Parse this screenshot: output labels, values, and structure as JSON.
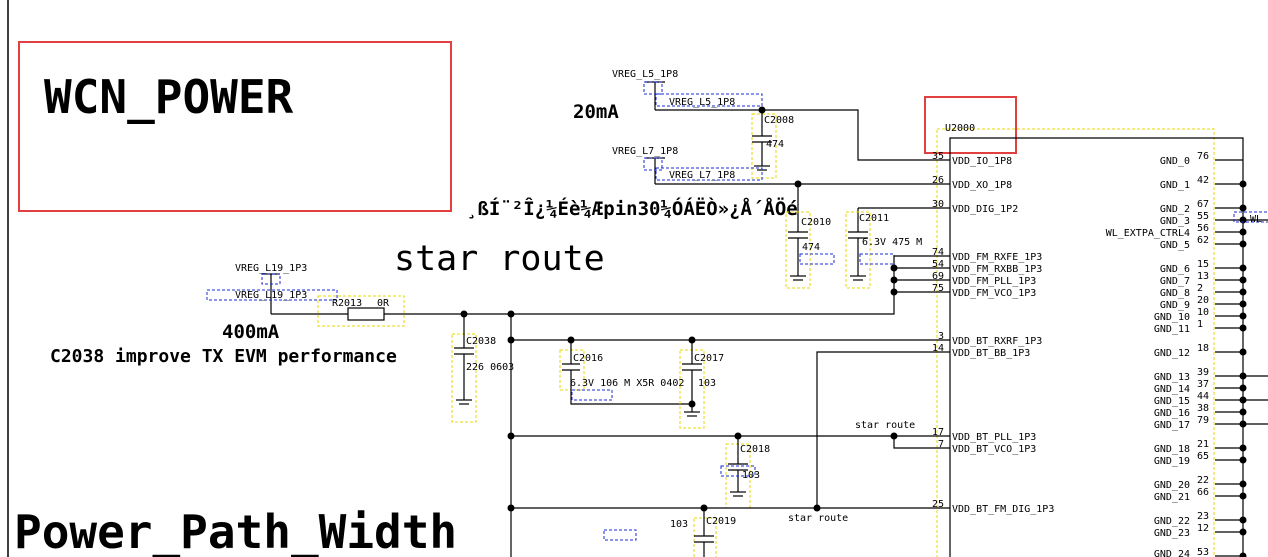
{
  "annotations": {
    "title": "WCN_POWER",
    "current_20ma": "20mA",
    "current_400ma": "400mA",
    "garbled_note": "¸ßÍ¨²Î¿¼Éè¼Æpin30¼ÓÁËÒ»¿Å´ÅÖé",
    "star_route_big": "star route",
    "c2038_note": "C2038 improve TX EVM performance",
    "footer": "Power_Path_Width",
    "star_route_small_1": "star route",
    "star_route_small_2": "star route"
  },
  "chip": {
    "refdes": "U2000",
    "left_pins": [
      {
        "num": "35",
        "name": "VDD_IO_1P8"
      },
      {
        "num": "26",
        "name": "VDD_XO_1P8"
      },
      {
        "num": "30",
        "name": "VDD_DIG_1P2"
      },
      {
        "num": "74",
        "name": "VDD_FM_RXFE_1P3"
      },
      {
        "num": "54",
        "name": "VDD_FM_RXBB_1P3"
      },
      {
        "num": "69",
        "name": "VDD_FM_PLL_1P3"
      },
      {
        "num": "75",
        "name": "VDD_FM_VCO_1P3"
      },
      {
        "num": "3",
        "name": "VDD_BT_RXRF_1P3"
      },
      {
        "num": "14",
        "name": "VDD_BT_BB_1P3"
      },
      {
        "num": "17",
        "name": "VDD_BT_PLL_1P3"
      },
      {
        "num": "7",
        "name": "VDD_BT_VCO_1P3"
      },
      {
        "num": "25",
        "name": "VDD_BT_FM_DIG_1P3"
      }
    ],
    "right_pins": [
      {
        "num": "76",
        "name": "GND_0"
      },
      {
        "num": "42",
        "name": "GND_1"
      },
      {
        "num": "67",
        "name": "GND_2"
      },
      {
        "num": "55",
        "name": "GND_3"
      },
      {
        "num": "56",
        "name": "WL_EXTPA_CTRL4"
      },
      {
        "num": "62",
        "name": "GND_5"
      },
      {
        "num": "15",
        "name": "GND_6"
      },
      {
        "num": "13",
        "name": "GND_7"
      },
      {
        "num": "2",
        "name": "GND_8"
      },
      {
        "num": "20",
        "name": "GND_9"
      },
      {
        "num": "10",
        "name": "GND_10"
      },
      {
        "num": "1",
        "name": "GND_11"
      },
      {
        "num": "18",
        "name": "GND_12"
      },
      {
        "num": "39",
        "name": "GND_13"
      },
      {
        "num": "37",
        "name": "GND_14"
      },
      {
        "num": "44",
        "name": "GND_15"
      },
      {
        "num": "38",
        "name": "GND_16"
      },
      {
        "num": "79",
        "name": "GND_17"
      },
      {
        "num": "21",
        "name": "GND_18"
      },
      {
        "num": "65",
        "name": "GND_19"
      },
      {
        "num": "22",
        "name": "GND_20"
      },
      {
        "num": "66",
        "name": "GND_21"
      },
      {
        "num": "23",
        "name": "GND_22"
      },
      {
        "num": "12",
        "name": "GND_23"
      },
      {
        "num": "53",
        "name": "GND_24"
      }
    ],
    "wl_net": "WL"
  },
  "components": {
    "vreg_l5_sym": "VREG_L5_1P8",
    "vreg_l5_net": "VREG_L5_1P8",
    "vreg_l7_sym": "VREG_L7_1P8",
    "vreg_l7_net": "VREG_L7_1P8",
    "vreg_l19_sym": "VREG_L19_1P3",
    "vreg_l19_net": "VREG_L19_1P3",
    "c2008": {
      "ref": "C2008",
      "val": "474"
    },
    "c2010": {
      "ref": "C2010",
      "val": "474"
    },
    "c2011": {
      "ref": "C2011",
      "val": "6.3V 475 M"
    },
    "r2013": {
      "ref": "R2013",
      "val": "0R"
    },
    "c2038": {
      "ref": "C2038",
      "val": "226 0603"
    },
    "c2016": {
      "ref": "C2016",
      "val": "6.3V 106 M X5R 0402"
    },
    "c2017": {
      "ref": "C2017",
      "val": "103"
    },
    "c2018": {
      "ref": "C2018",
      "val": "103"
    },
    "c2019": {
      "ref": "C2019",
      "val": "103"
    }
  }
}
